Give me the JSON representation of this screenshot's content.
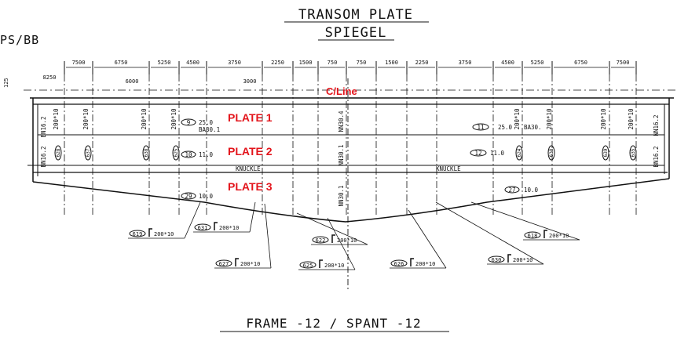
{
  "title": {
    "line1": "TRANSOM PLATE",
    "line2": "SPIEGEL"
  },
  "side_label": "PS/BB",
  "height_dim": "125",
  "top_dimensions": [
    "7500",
    "6750",
    "5250",
    "4500",
    "3750",
    "2250",
    "1500",
    "750",
    "750",
    "1500",
    "2250",
    "3750",
    "4500",
    "5250",
    "6750",
    "7500"
  ],
  "second_dimensions": [
    "8250",
    "6000",
    "3000"
  ],
  "annotations": {
    "centerline": "C/Line",
    "plate1": "PLATE 1",
    "plate2": "PLATE 2",
    "plate3": "PLATE 3"
  },
  "plate_marks": [
    {
      "id": "9",
      "thk": "25.0",
      "grade": "BA30.1"
    },
    {
      "id": "10",
      "thk": "11.0"
    },
    {
      "id": "29",
      "thk": "10.0"
    },
    {
      "id": "11",
      "thk": "25.0",
      "grade": "BA30."
    },
    {
      "id": "12",
      "thk": "11.0"
    },
    {
      "id": "27",
      "thk": "10.0"
    }
  ],
  "knuckle": "KNUCKLE",
  "edge_labels": [
    "BN16.2",
    "BN16.2",
    "NN30.4",
    "NN30.1",
    "NN30.1",
    "NN16.2",
    "BN16.2"
  ],
  "stiffener_size": "200*10",
  "stiffener_ids_upper": [
    "628",
    "637",
    "638",
    "625",
    "624",
    "638",
    "639",
    "635"
  ],
  "callouts": [
    {
      "id": "619",
      "size": "200*10"
    },
    {
      "id": "631",
      "size": "200*10"
    },
    {
      "id": "627",
      "size": "200*10"
    },
    {
      "id": "622",
      "size": "200*10"
    },
    {
      "id": "625",
      "size": "200*10"
    },
    {
      "id": "626",
      "size": "200*10"
    },
    {
      "id": "630",
      "size": "200*10"
    },
    {
      "id": "618",
      "size": "200*10"
    }
  ],
  "footer": "FRAME -12 / SPANT -12",
  "colors": {
    "annotation": "#e3141b",
    "ink": "#111111"
  }
}
